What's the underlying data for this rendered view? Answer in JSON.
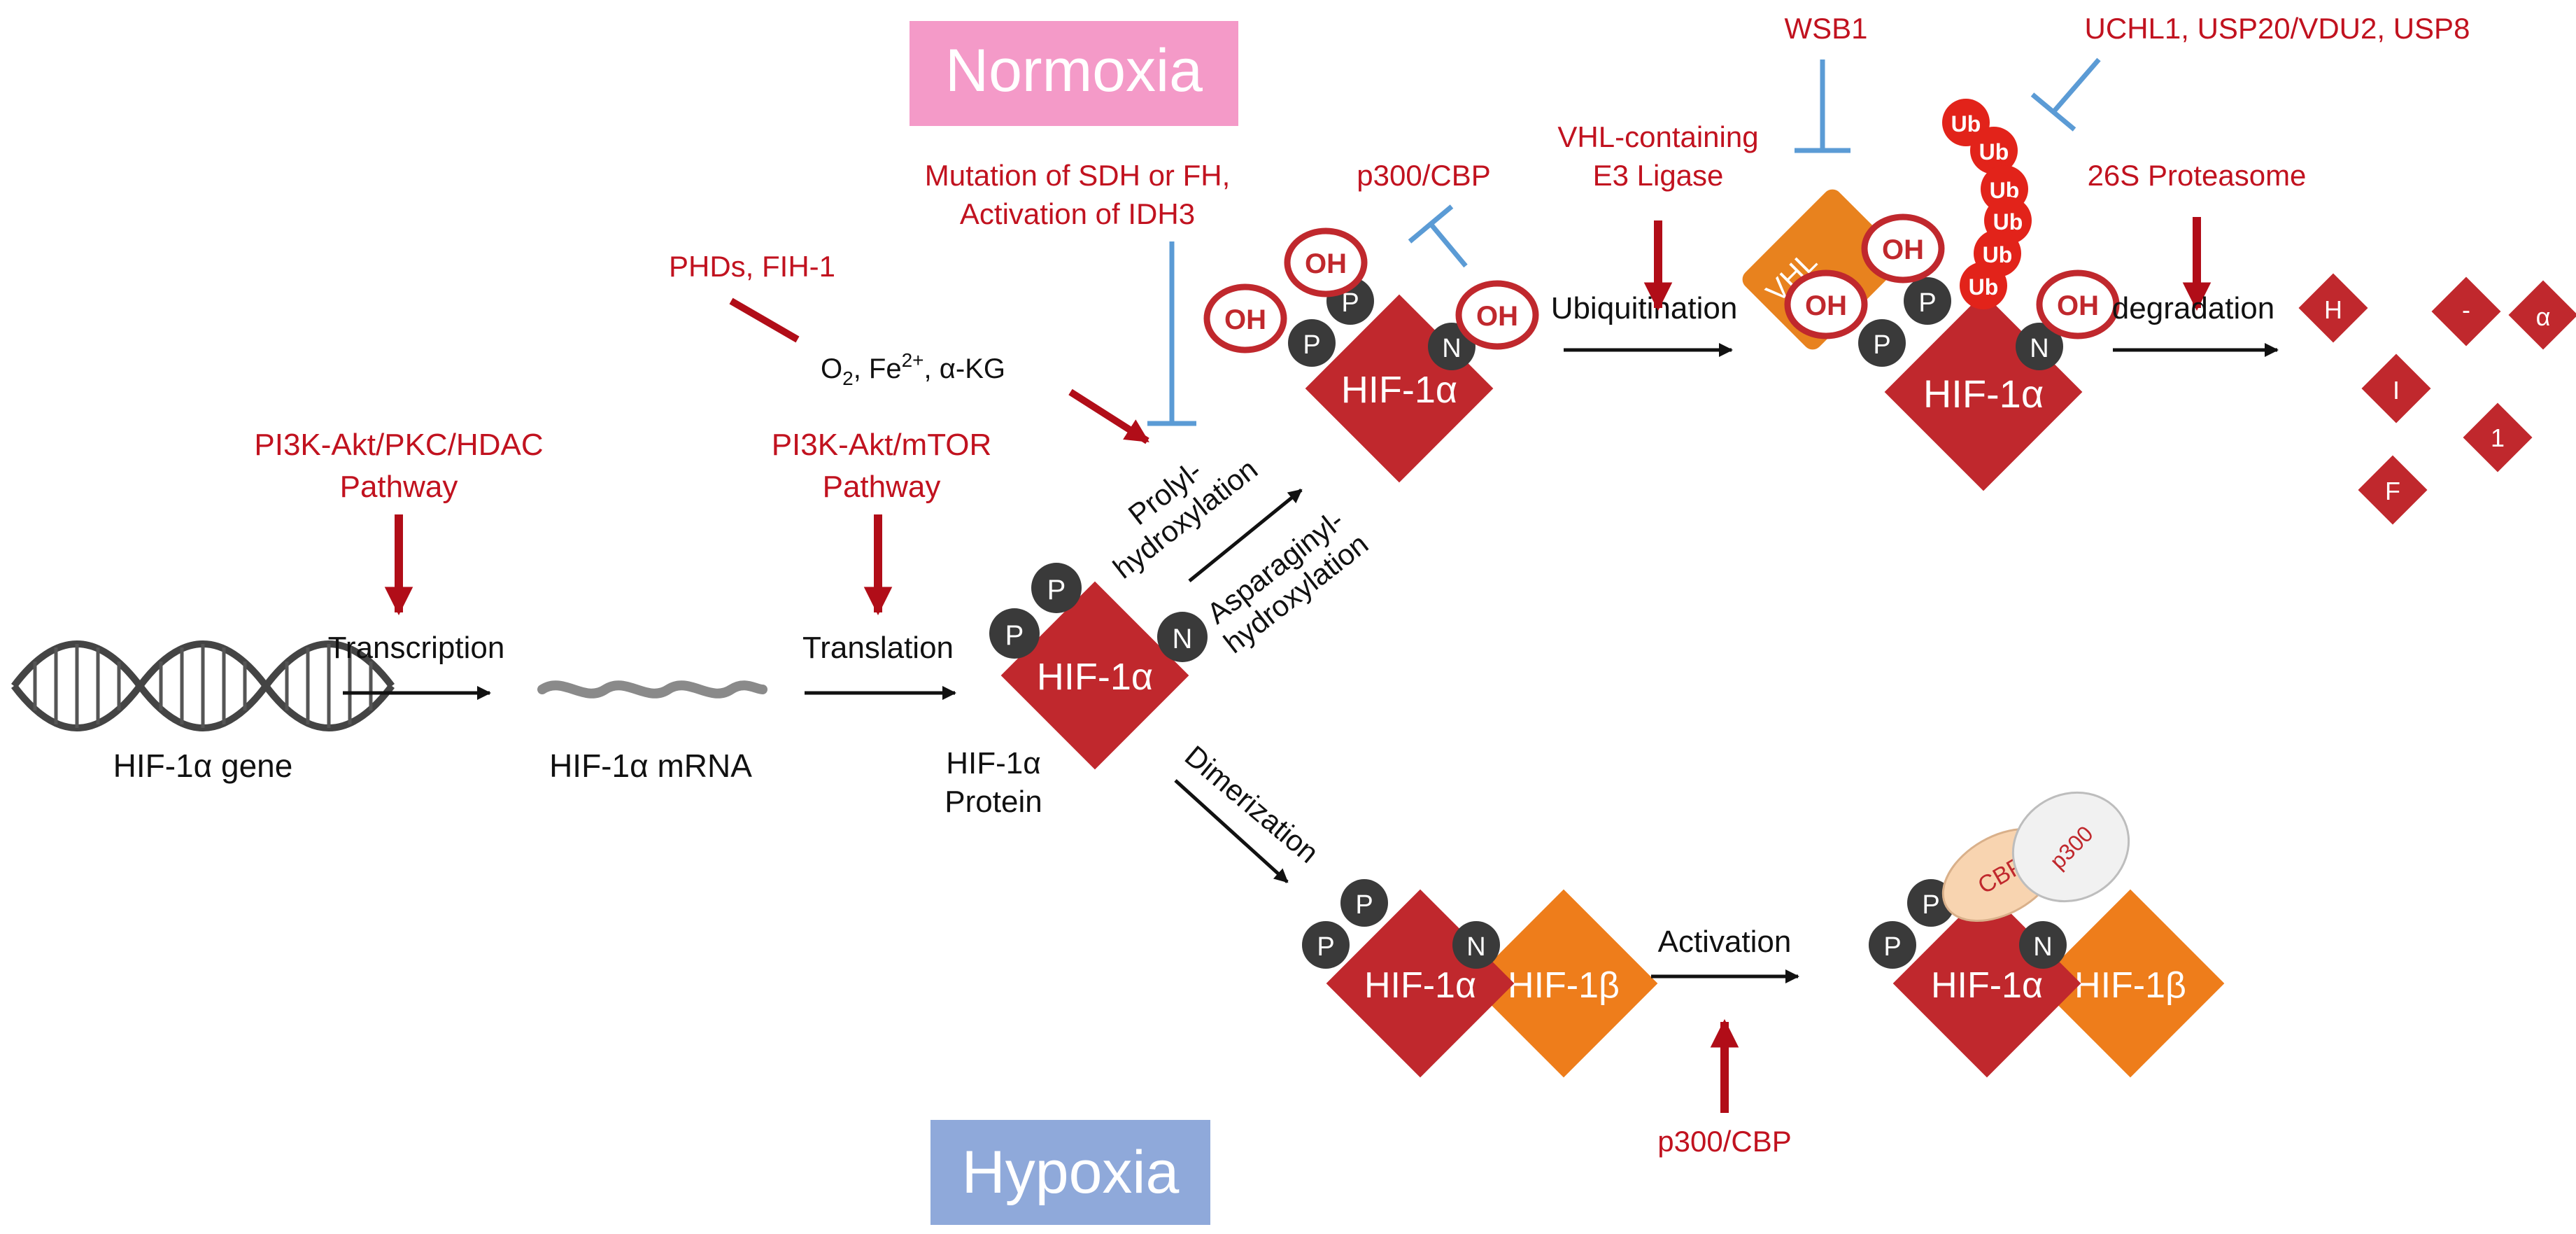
{
  "labels": {
    "normoxia": "Normoxia",
    "hypoxia": "Hypoxia",
    "gene": "HIF-1α gene",
    "mrna": "HIF-1α mRNA",
    "protein_line1": "HIF-1α",
    "protein_line2": "Protein",
    "transcription": "Transcription",
    "translation": "Translation",
    "pi3k_pkc_line1": "PI3K-Akt/PKC/HDAC",
    "pi3k_pkc_line2": "Pathway",
    "pi3k_mtor_line1": "PI3K-Akt/mTOR",
    "pi3k_mtor_line2": "Pathway",
    "phds": "PHDs, FIH-1",
    "cofactors_o": "O",
    "cofactors_o_sub": "2",
    "cofactors_fe": ", Fe",
    "cofactors_fe_sup": "2+",
    "cofactors_rest": ", α-KG",
    "mutation_line1": "Mutation of SDH or FH,",
    "mutation_line2": "Activation of IDH3",
    "p300cbp_top": "p300/CBP",
    "prolyl_line1": "Prolyl-",
    "prolyl_line2": "hydroxylation",
    "asparaginyl_line1": "Asparaginyl-",
    "asparaginyl_line2": "hydroxylation",
    "vhl_ligase_line1": "VHL-containing",
    "vhl_ligase_line2": "E3 Ligase",
    "ubiquitination": "Ubiquitination",
    "wsb1": "WSB1",
    "uchl": "UCHL1, USP20/VDU2, USP8",
    "proteasome": "26S Proteasome",
    "degradation": "degradation",
    "dimerization": "Dimerization",
    "activation": "Activation",
    "p300cbp_bottom": "p300/CBP"
  },
  "molecules": {
    "hif1a": "HIF-1α",
    "hif1b": "HIF-1β",
    "p": "P",
    "n": "N",
    "oh": "OH",
    "ub": "Ub",
    "vhl": "VHL",
    "cbp": "CBP",
    "p300": "p300",
    "fragments": [
      "H",
      "I",
      "-",
      "α",
      "F",
      "1"
    ]
  },
  "colors": {
    "hif1a_red": "#c0282d",
    "hif1b_orange": "#ee7d1b",
    "pathway_red": "#c1121f",
    "inhibit_blue": "#5b9bd5",
    "normoxia_bg": "#f49ac8",
    "hypoxia_bg": "#8fa9da",
    "domain_dark": "#3a3a3a",
    "ub_red": "#e2231a",
    "vhl_orange": "#e8821e",
    "cbp_peach": "#f8d4b0",
    "p300_white": "#f1f1f1"
  }
}
